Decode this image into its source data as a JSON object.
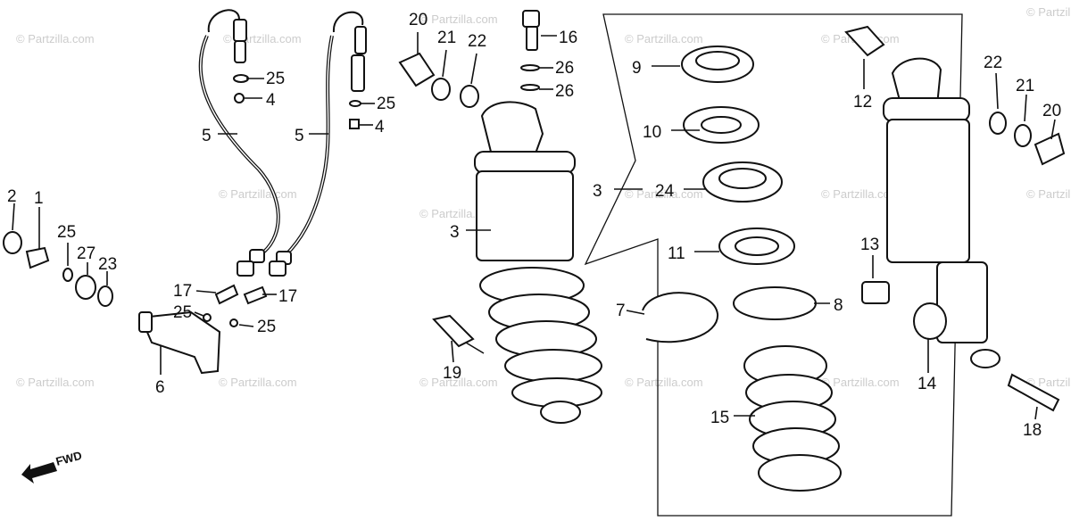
{
  "diagram": {
    "watermark_text": "© Partzilla.com",
    "fwd_label": "FWD",
    "callouts": [
      {
        "id": "c20a",
        "label": "20"
      },
      {
        "id": "c21a",
        "label": "21"
      },
      {
        "id": "c22a",
        "label": "22"
      },
      {
        "id": "c16",
        "label": "16"
      },
      {
        "id": "c26a",
        "label": "26"
      },
      {
        "id": "c26b",
        "label": "26"
      },
      {
        "id": "c25a",
        "label": "25"
      },
      {
        "id": "c4a",
        "label": "4"
      },
      {
        "id": "c25b",
        "label": "25"
      },
      {
        "id": "c4b",
        "label": "4"
      },
      {
        "id": "c5a",
        "label": "5"
      },
      {
        "id": "c5b",
        "label": "5"
      },
      {
        "id": "c9",
        "label": "9"
      },
      {
        "id": "c10",
        "label": "10"
      },
      {
        "id": "c3a",
        "label": "3"
      },
      {
        "id": "c24",
        "label": "24"
      },
      {
        "id": "c3b",
        "label": "3"
      },
      {
        "id": "c11",
        "label": "11"
      },
      {
        "id": "c8",
        "label": "8"
      },
      {
        "id": "c7",
        "label": "7"
      },
      {
        "id": "c15",
        "label": "15"
      },
      {
        "id": "c12",
        "label": "12"
      },
      {
        "id": "c22b",
        "label": "22"
      },
      {
        "id": "c21b",
        "label": "21"
      },
      {
        "id": "c20b",
        "label": "20"
      },
      {
        "id": "c13",
        "label": "13"
      },
      {
        "id": "c14",
        "label": "14"
      },
      {
        "id": "c18",
        "label": "18"
      },
      {
        "id": "c19",
        "label": "19"
      },
      {
        "id": "c2",
        "label": "2"
      },
      {
        "id": "c1",
        "label": "1"
      },
      {
        "id": "c25c",
        "label": "25"
      },
      {
        "id": "c27",
        "label": "27"
      },
      {
        "id": "c23",
        "label": "23"
      },
      {
        "id": "c17a",
        "label": "17"
      },
      {
        "id": "c17b",
        "label": "17"
      },
      {
        "id": "c25d",
        "label": "25"
      },
      {
        "id": "c25e",
        "label": "25"
      },
      {
        "id": "c6",
        "label": "6"
      }
    ]
  }
}
